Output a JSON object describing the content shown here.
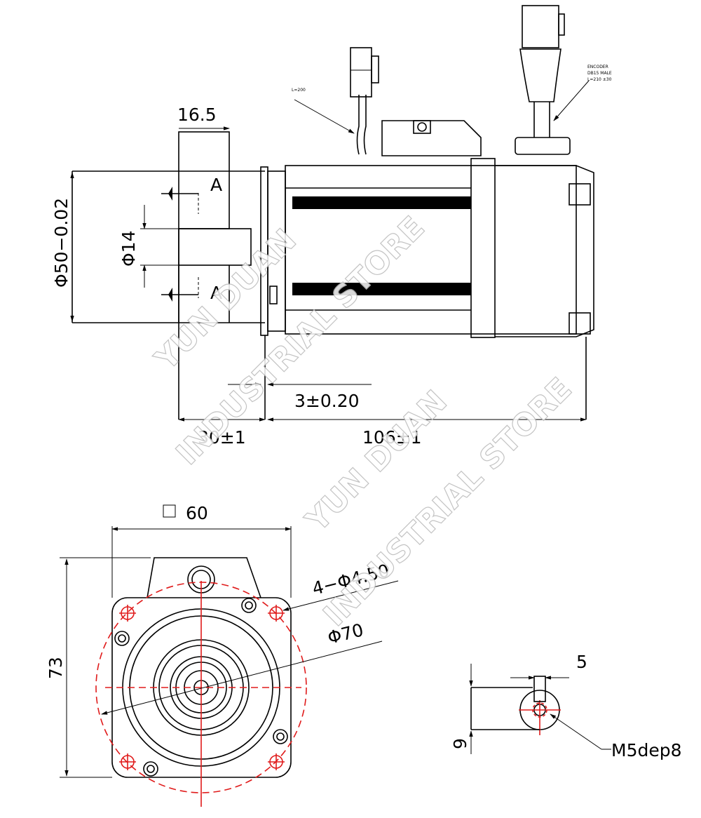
{
  "side_view": {
    "dim_flange_thickness": "16.5",
    "dim_flange_diameter": "Φ50−0.02",
    "dim_shaft_diameter": "Φ14",
    "section_mark_top": "A",
    "section_mark_bottom": "A",
    "dim_flange_offset": "3±0.20",
    "dim_shaft_length": "30±1",
    "dim_body_length": "106±1",
    "power_cable_note": "L=200",
    "encoder_note_line1": "ENCODER",
    "encoder_note_line2": "DB15 MALE",
    "encoder_note_line3": "L=210 ±30"
  },
  "front_view": {
    "dim_square_label": "60",
    "dim_height": "73",
    "dim_mount_holes": "4−Φ4.50",
    "dim_bolt_circle": "Φ70"
  },
  "shaft_detail": {
    "dim_keyway_width": "5",
    "dim_keyway_depth": "9",
    "thread_label": "M5dep8"
  },
  "watermarks": [
    "YUN DUAN",
    "INDUSTRIAL STORE",
    "YUN DUAN",
    "INDUSTRIAL STORE"
  ]
}
